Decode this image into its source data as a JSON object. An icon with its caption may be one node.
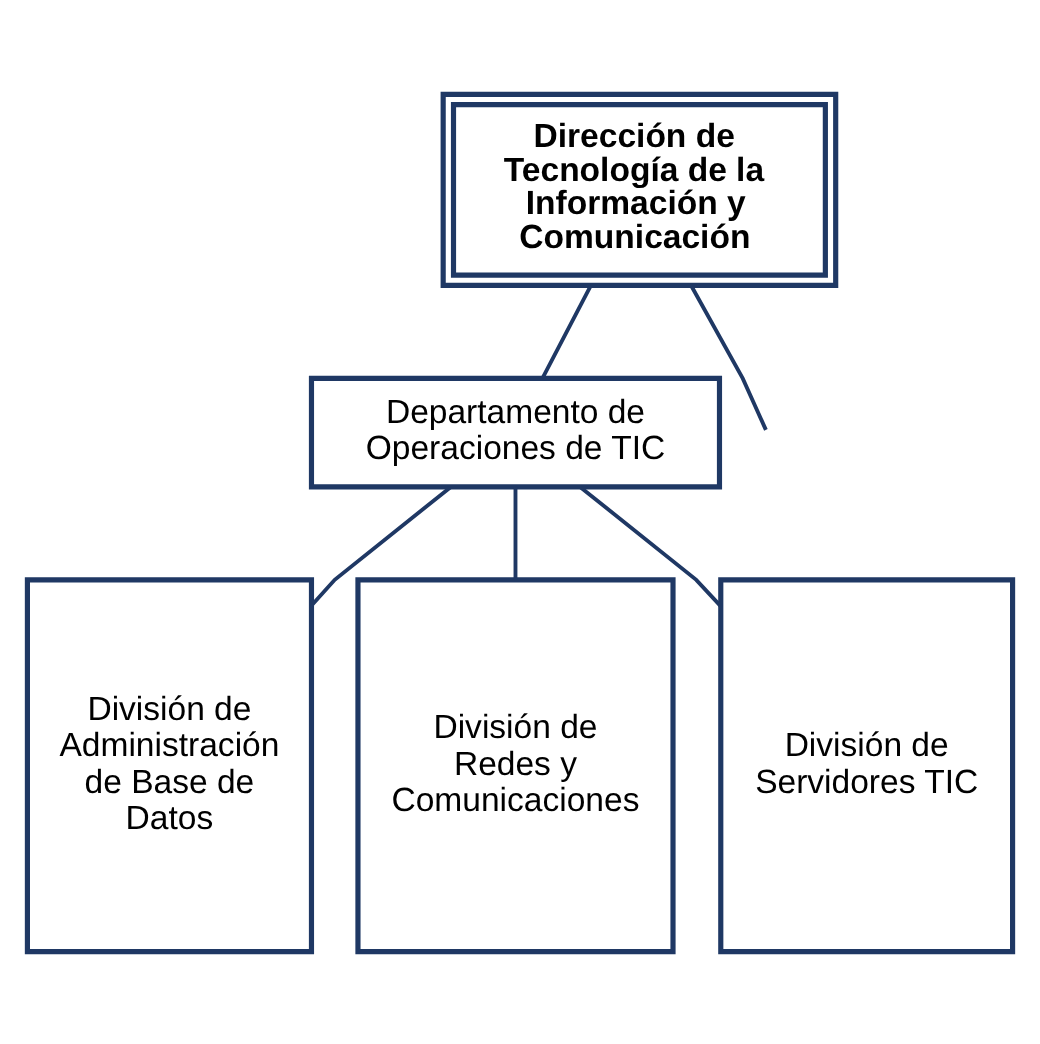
{
  "diagram": {
    "nodes": [
      {
        "text": [
          "Dirección de Tecnología de la Información y Comunicación"
        ]
      },
      {
        "text": [
          "Departamento de Operaciones de TIC"
        ]
      },
      {
        "text": [
          "División de Administración de Base de Datos"
        ]
      },
      {
        "text": [
          "División de Redes y Comunicaciones"
        ]
      },
      {
        "text": [
          "División de Servidores TIC"
        ]
      }
    ],
    "edges": [
      {
        "from": 0,
        "to": 1,
        "arrow": "none"
      },
      {
        "from": 0,
        "to": null,
        "arrow": "none"
      },
      {
        "from": 1,
        "to": 2,
        "arrow": "none"
      },
      {
        "from": 1,
        "to": 3,
        "arrow": "none"
      },
      {
        "from": 1,
        "to": 4,
        "arrow": "none"
      }
    ]
  }
}
